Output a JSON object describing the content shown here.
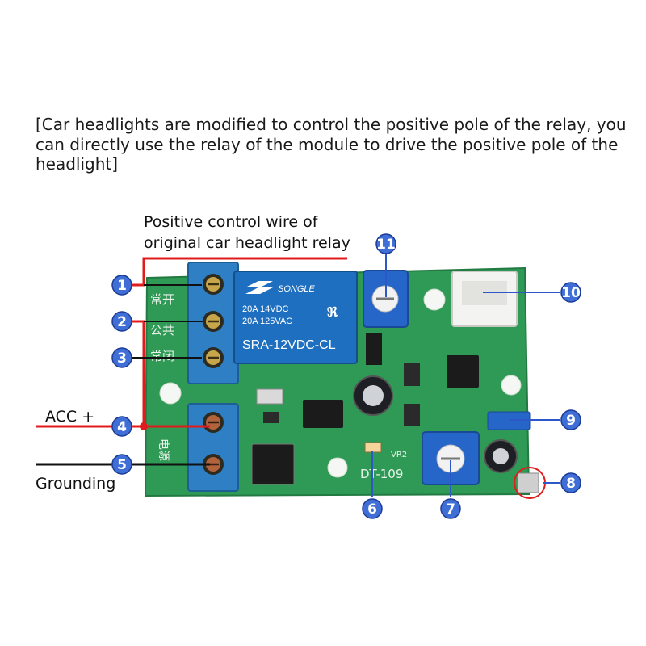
{
  "caption": "[Car headlights are modified to control the positive pole of the relay, you can directly use the relay of the module to drive the positive pole of the headlight]",
  "labels": {
    "control_wire_line1": "Positive control wire of",
    "control_wire_line2": "original car headlight relay",
    "acc": "ACC +",
    "grounding": "Grounding"
  },
  "markers": [
    "1",
    "2",
    "3",
    "4",
    "5",
    "6",
    "7",
    "8",
    "9",
    "10",
    "11"
  ],
  "board": {
    "relay_brand": "SONGLE",
    "relay_spec_1": "20A 14VDC",
    "relay_spec_2": "20A 125VAC",
    "relay_model": "SRA-12VDC-CL",
    "silk_no": "常开",
    "silk_com": "公共",
    "silk_nc": "常闭",
    "silk_power": "电源",
    "silk_model": "DT-109",
    "silk_vr2": "VR2"
  },
  "colors": {
    "board": "#2f9a55",
    "terminal": "#2f7fc4",
    "marker": "#3f6fd6",
    "red_wire": "#e01b1b",
    "black_wire": "#111111"
  }
}
